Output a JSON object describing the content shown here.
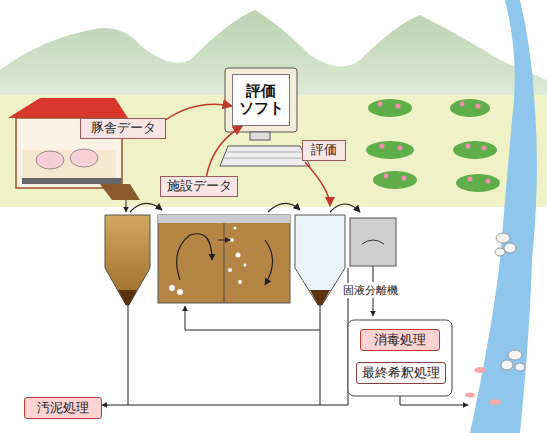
{
  "diagram": {
    "nodes": [
      {
        "text": [
          "評価 ソフト"
        ]
      },
      {
        "text": [
          "豚舎データ"
        ]
      },
      {
        "text": [
          "評価"
        ]
      },
      {
        "text": [
          "施設データ"
        ]
      },
      {
        "text": [
          "消毒処理"
        ]
      },
      {
        "text": [
          "最終希釈処理"
        ]
      },
      {
        "text": [
          "汚泥処理"
        ]
      }
    ],
    "edges": [
      {
        "from": 1,
        "to": 0,
        "arrow": "to"
      },
      {
        "from": 3,
        "to": 0,
        "arrow": "to"
      }
    ],
    "labels": [
      "固液分離機"
    ]
  }
}
